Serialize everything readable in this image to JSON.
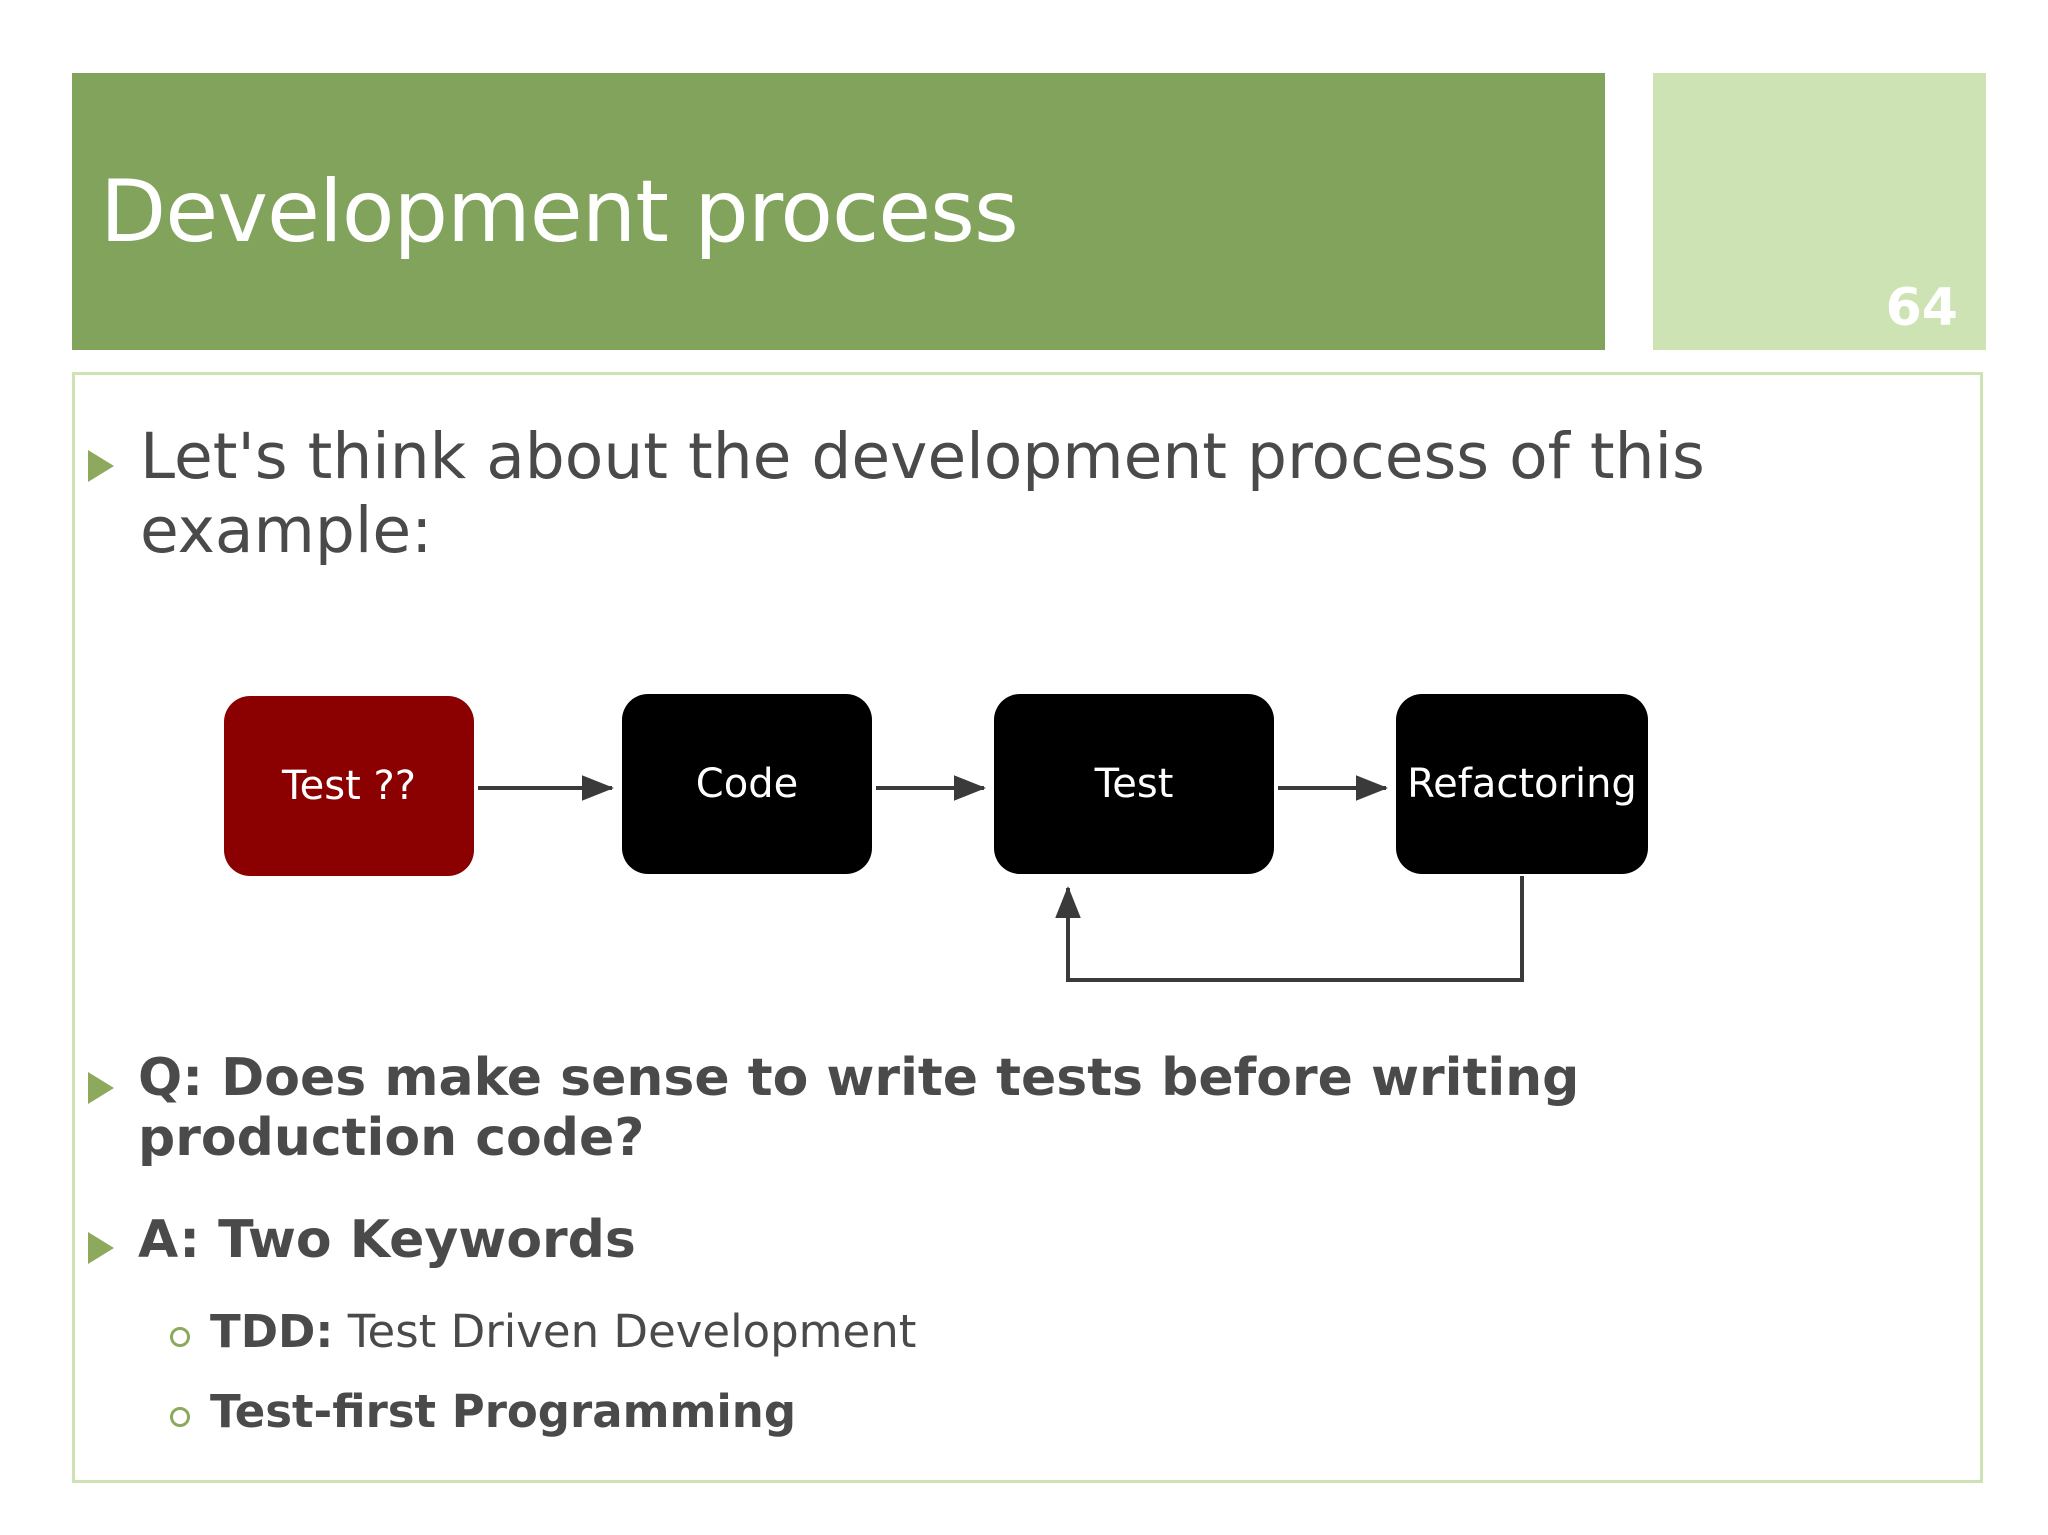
{
  "slide": {
    "title": "Development process",
    "page_number": "64",
    "accent_color": "#81A35C",
    "accent_light_color": "#CDE3B4",
    "text_color": "#4A4A4A",
    "bullet_color": "#8CA95E"
  },
  "bullets": {
    "lets_think": "Let's think about the development process of this example:",
    "question": "Q: Does make sense to write tests before writing production code?",
    "answer": "A: Two Keywords",
    "sub": [
      {
        "bold": "TDD:",
        "rest": " Test Driven Development"
      },
      {
        "bold": "Test-first Programming",
        "rest": ""
      }
    ]
  },
  "diagram": {
    "type": "flow",
    "nodes": [
      {
        "label": "Test ??",
        "color": "#8B0000"
      },
      {
        "label": "Code",
        "color": "#000000"
      },
      {
        "label": "Test",
        "color": "#000000"
      },
      {
        "label": "Refactoring",
        "color": "#000000"
      }
    ],
    "edges": [
      {
        "from": "Test ??",
        "to": "Code"
      },
      {
        "from": "Code",
        "to": "Test"
      },
      {
        "from": "Test",
        "to": "Refactoring"
      },
      {
        "from": "Refactoring",
        "to": "Test"
      }
    ],
    "arrow_color": "#3A3A3A"
  }
}
